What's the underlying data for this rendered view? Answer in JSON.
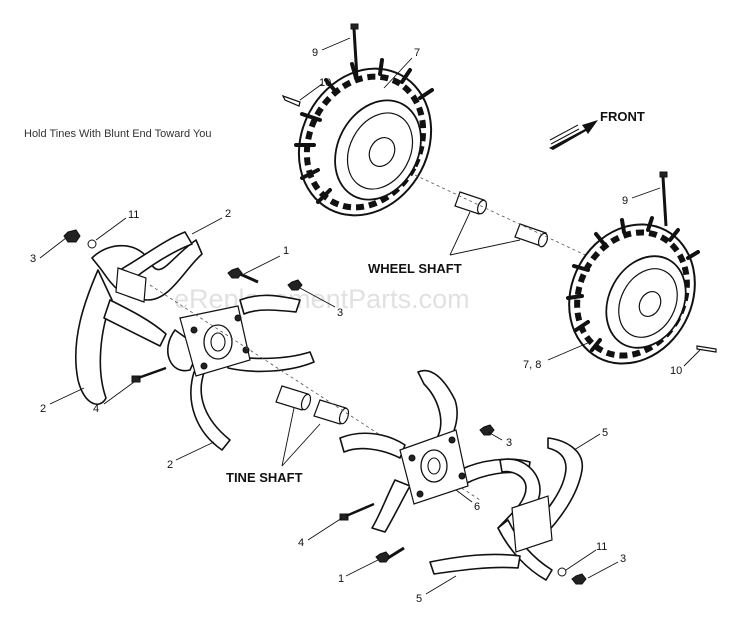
{
  "note": "Hold Tines With Blunt End Toward You",
  "direction_label": "FRONT",
  "watermark": "eReplacementParts.com",
  "labels": {
    "wheel_shaft": "WHEEL SHAFT",
    "tine_shaft": "TINE SHAFT"
  },
  "callouts": {
    "c1": "1",
    "c1b": "1",
    "c2a": "2",
    "c2b": "2",
    "c2c": "2",
    "c3a": "3",
    "c3b": "3",
    "c3c": "3",
    "c3d": "3",
    "c4a": "4",
    "c4b": "4",
    "c5a": "5",
    "c5b": "5",
    "c6": "6",
    "c7": "7",
    "c78": "7, 8",
    "c9a": "9",
    "c9b": "9",
    "c10a": "10",
    "c10b": "10",
    "c11a": "11",
    "c11b": "11"
  }
}
